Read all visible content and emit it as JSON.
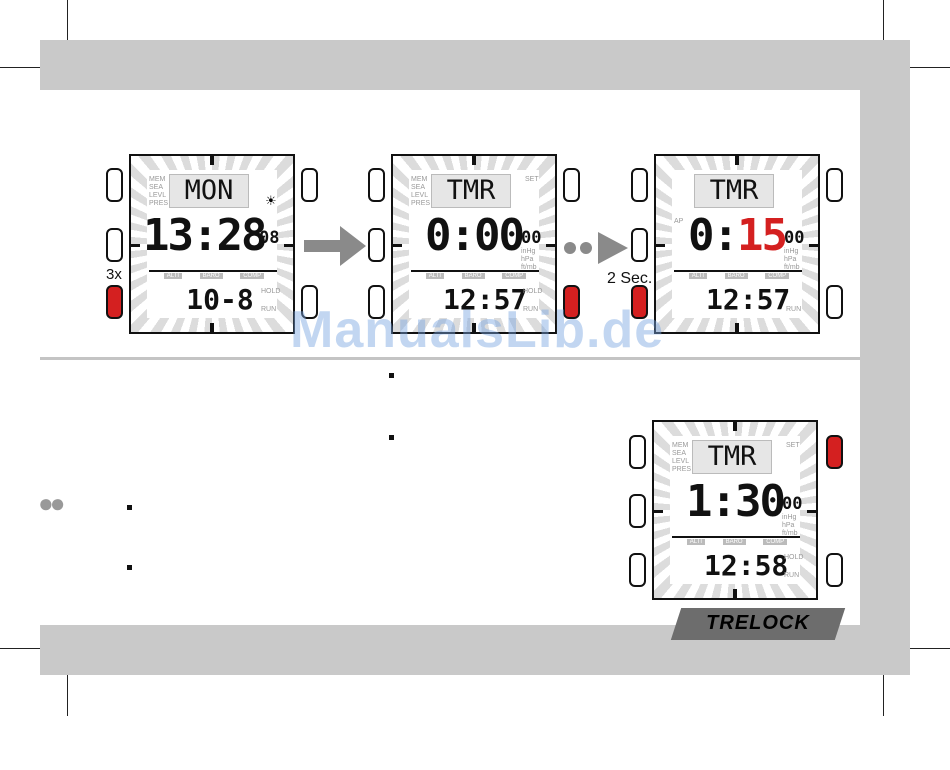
{
  "watermark": "ManualsLib.de",
  "brand": "TRELOCK",
  "colors": {
    "band": "#c9c9c9",
    "accent_red": "#d42020",
    "lcd": "#e6e6e6"
  },
  "step1_label": "3x",
  "step2_label": "2 Sec.",
  "watch1": {
    "word": "MON",
    "big_lit": "13:28",
    "seconds": "08",
    "small": "10-8"
  },
  "watch2": {
    "word": "TMR",
    "big_lit": "0:00",
    "seconds": "00",
    "small": "12:57"
  },
  "watch3": {
    "word": "TMR",
    "big_lit_pre": "0:",
    "big_red": "15",
    "seconds": "00",
    "small": "12:57"
  },
  "watch4": {
    "word": "TMR",
    "big_lit": "1:30",
    "seconds": "00",
    "small": "12:58"
  },
  "lcd_labels": {
    "left": [
      "MEM",
      "SEA",
      "LEVL",
      "PRES"
    ],
    "right_top": "SET",
    "units": [
      "inHg",
      "hPa",
      "ft/mb"
    ],
    "hold": "HOLD",
    "run": "RUN",
    "modes": [
      "ALTI",
      "BARO",
      "COMP"
    ],
    "side": "AP"
  },
  "icons": [
    "sun-icon",
    "key-icon",
    "cloud-rain-icon",
    "arrow-right-icon",
    "dots-arrow-icon",
    "shoe-icon",
    "sound-icon"
  ]
}
